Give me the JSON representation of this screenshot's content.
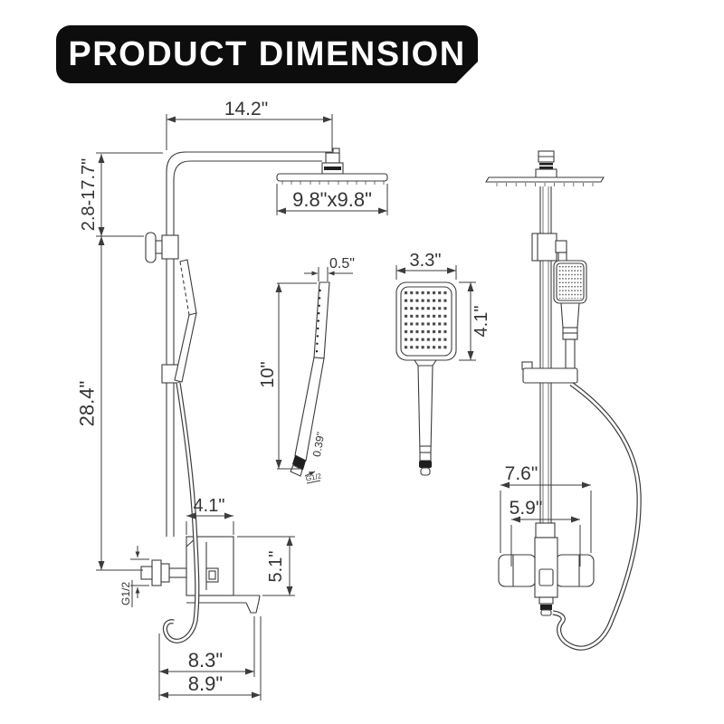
{
  "title": {
    "label": "PRODUCT DIMENSION"
  },
  "colors": {
    "background": "#ffffff",
    "line": "#3c3c3c",
    "banner_bg": "#0d0d0d",
    "banner_text": "#ffffff",
    "grip_dark": "#1f1f1f"
  },
  "views": {
    "system_side": {
      "dims": {
        "arm_length": "14.2\"",
        "height_adjust_range": "2.8-17.7\"",
        "bar_length": "28.4\"",
        "shower_head_size": "9.8\"x9.8\"",
        "valve_width": "4.1\"",
        "valve_height": "5.1\"",
        "spout_reach": "8.3\"",
        "overall_reach": "8.9\"",
        "inlet_thread": "G1/2"
      }
    },
    "handheld_side": {
      "dims": {
        "head_thickness": "0.5\"",
        "total_length": "10\"",
        "connector_diameter": "0.39\"",
        "thread": "G1/2"
      }
    },
    "handheld_front": {
      "dims": {
        "head_width": "3.3\"",
        "head_height": "4.1\""
      }
    },
    "system_front": {
      "dims": {
        "valve_overall_width": "7.6\"",
        "handle_span": "5.9\""
      }
    }
  }
}
